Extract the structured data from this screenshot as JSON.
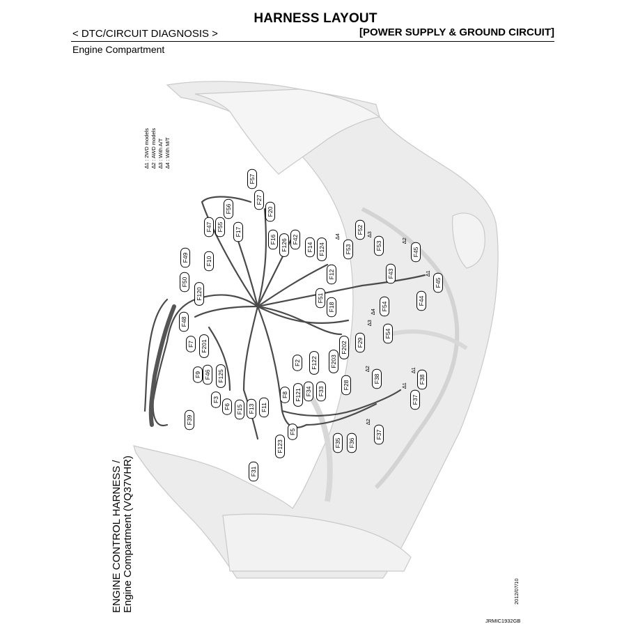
{
  "header": {
    "title": "HARNESS LAYOUT",
    "left": "< DTC/CIRCUIT DIAGNOSIS >",
    "right": "[POWER SUPPLY & GROUND CIRCUIT]",
    "section": "Engine Compartment"
  },
  "legend": [
    "∆1 : 2WD models",
    "∆2 : AWD models",
    "∆3 : With A/T",
    "∆4 : With M/T"
  ],
  "caption": {
    "line1": "ENGINE CONTROL HARNESS /",
    "line2": "Engine Compartment (VQ37VHR)"
  },
  "date": "2012/07/10",
  "code": "JRMIC1932GB",
  "connectors": [
    {
      "id": "F57",
      "text": "F57"
    },
    {
      "id": "F27",
      "text": "F27"
    },
    {
      "id": "F56",
      "text": "F56"
    },
    {
      "id": "F20",
      "text": "F20"
    },
    {
      "id": "F47",
      "text": "F47"
    },
    {
      "id": "F55",
      "text": "F55"
    },
    {
      "id": "F17",
      "text": "F17"
    },
    {
      "id": "F16",
      "text": "F16"
    },
    {
      "id": "F126",
      "text": "F126"
    },
    {
      "id": "F42",
      "text": "F42"
    },
    {
      "id": "F14",
      "text": "F14"
    },
    {
      "id": "F124",
      "text": "F124"
    },
    {
      "id": "F49",
      "text": "F49"
    },
    {
      "id": "F10",
      "text": "F10"
    },
    {
      "id": "F50",
      "text": "F50"
    },
    {
      "id": "F120",
      "text": "F120"
    },
    {
      "id": "F12",
      "text": "F12"
    },
    {
      "id": "F51",
      "text": "F51"
    },
    {
      "id": "F18",
      "text": "F18"
    },
    {
      "id": "F53a",
      "text": "F53"
    },
    {
      "id": "F52",
      "text": "F52"
    },
    {
      "id": "F53b",
      "text": "F53"
    },
    {
      "id": "F45a",
      "text": "F45"
    },
    {
      "id": "F43",
      "text": "F43"
    },
    {
      "id": "F45b",
      "text": "F45"
    },
    {
      "id": "F44",
      "text": "F44"
    },
    {
      "id": "F54a",
      "text": "F54"
    },
    {
      "id": "F54b",
      "text": "F54"
    },
    {
      "id": "F48",
      "text": "F48"
    },
    {
      "id": "F7",
      "text": "F7"
    },
    {
      "id": "F201",
      "text": "F201"
    },
    {
      "id": "F202",
      "text": "F202"
    },
    {
      "id": "F29",
      "text": "F29"
    },
    {
      "id": "F203",
      "text": "F203"
    },
    {
      "id": "F122",
      "text": "F122"
    },
    {
      "id": "F2",
      "text": "F2"
    },
    {
      "id": "F9",
      "text": "F9"
    },
    {
      "id": "F46",
      "text": "F46"
    },
    {
      "id": "F125",
      "text": "F125"
    },
    {
      "id": "F28",
      "text": "F28"
    },
    {
      "id": "F3",
      "text": "F3"
    },
    {
      "id": "F6",
      "text": "F6"
    },
    {
      "id": "F15",
      "text": "F15"
    },
    {
      "id": "F13",
      "text": "F13"
    },
    {
      "id": "F11",
      "text": "F11"
    },
    {
      "id": "F8",
      "text": "F8"
    },
    {
      "id": "F121",
      "text": "F121"
    },
    {
      "id": "F34",
      "text": "F34"
    },
    {
      "id": "F33",
      "text": "F33"
    },
    {
      "id": "F38a",
      "text": "F38"
    },
    {
      "id": "F38b",
      "text": "F38"
    },
    {
      "id": "F37a",
      "text": "F37"
    },
    {
      "id": "F39",
      "text": "F39"
    },
    {
      "id": "F5",
      "text": "F5"
    },
    {
      "id": "F123",
      "text": "F123"
    },
    {
      "id": "F35",
      "text": "F35"
    },
    {
      "id": "F36",
      "text": "F36"
    },
    {
      "id": "F37b",
      "text": "F37"
    },
    {
      "id": "F31",
      "text": "F31"
    }
  ],
  "stars": [
    {
      "id": "s4a",
      "text": "∆4"
    },
    {
      "id": "s3a",
      "text": "∆3"
    },
    {
      "id": "s2a",
      "text": "∆2"
    },
    {
      "id": "s1a",
      "text": "∆1"
    },
    {
      "id": "s4b",
      "text": "∆4"
    },
    {
      "id": "s3b",
      "text": "∆3"
    },
    {
      "id": "s2b",
      "text": "∆2"
    },
    {
      "id": "s1b",
      "text": "∆1"
    },
    {
      "id": "s1c",
      "text": "∆1"
    },
    {
      "id": "s2c",
      "text": "∆2"
    }
  ]
}
